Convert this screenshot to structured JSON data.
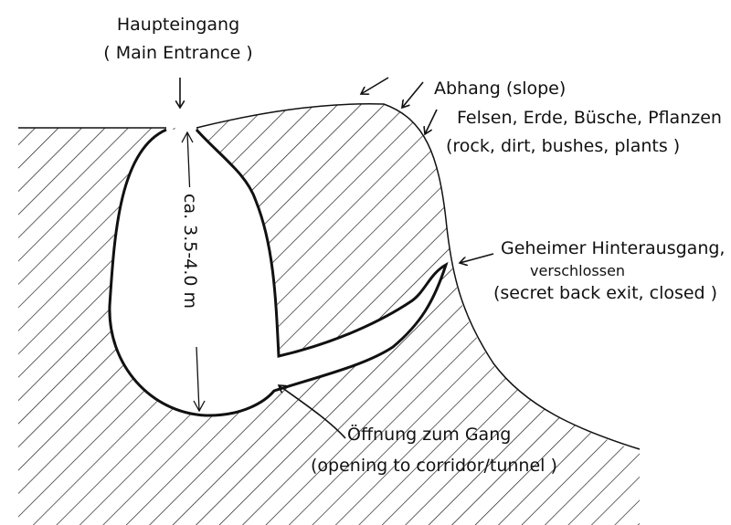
{
  "diagram": {
    "labels": {
      "main_entrance": {
        "de": "Haupteingang",
        "en": "( Main Entrance )"
      },
      "slope": "Abhang (slope)",
      "materials": {
        "de": "Felsen, Erde, Büsche, Pflanzen",
        "en": "(rock, dirt, bushes, plants )"
      },
      "secret_exit": {
        "de": "Geheimer Hinterausgang,",
        "de2": "verschlossen",
        "en": "(secret back exit, closed )"
      },
      "opening": {
        "de": "Öffnung zum Gang",
        "en": "(opening to corridor/tunnel )"
      },
      "height": "ca. 3.5-4.0 m"
    },
    "colors": {
      "ink": "#111111",
      "background": "#ffffff"
    }
  }
}
